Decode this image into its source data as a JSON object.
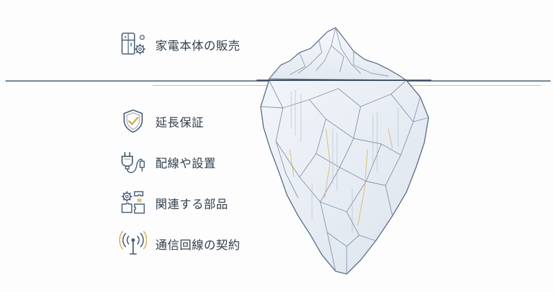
{
  "above": {
    "label": "家電本体の販売",
    "icon": "fridge-gear-icon"
  },
  "below": [
    {
      "label": "延長保証",
      "icon": "shield-check-icon"
    },
    {
      "label": "配線や設置",
      "icon": "plug-cable-icon"
    },
    {
      "label": "関連する部品",
      "icon": "parts-gear-icon"
    },
    {
      "label": "通信回線の契約",
      "icon": "wireless-signal-icon"
    }
  ],
  "colors": {
    "line": "#6e8296",
    "text": "#33404d",
    "icon": "#4a6078",
    "accent": "#d9a94a",
    "ice_fill": "#eef2f7",
    "ice_stroke": "#5d7189"
  }
}
